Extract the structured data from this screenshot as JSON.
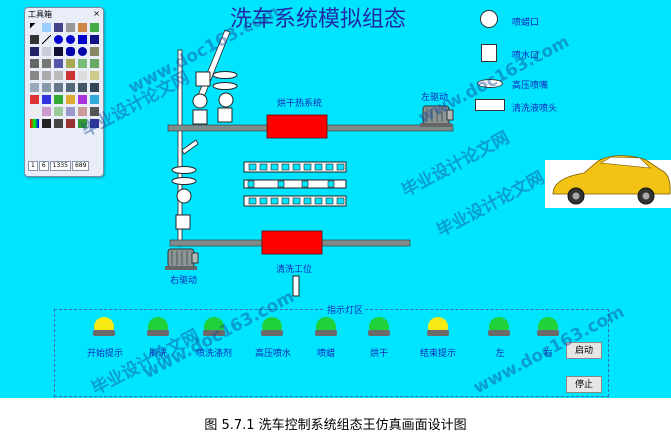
{
  "title": "洗车系统模拟组态",
  "toolbox": {
    "title": "工具箱",
    "close": "×",
    "status": [
      "1",
      "6",
      "1335",
      "689"
    ]
  },
  "legend": [
    {
      "label": "喷蜡口",
      "icon": "circle-icon"
    },
    {
      "label": "喷水口",
      "icon": "square-icon"
    },
    {
      "label": "高压喷嘴",
      "icon": "ellipse-icon"
    },
    {
      "label": "清洗液喷头",
      "icon": "rectangle-icon"
    }
  ],
  "machine": {
    "dryer_label": "烘干热系统",
    "left_drive_label": "左驱动",
    "right_drive_label": "右驱动",
    "wash_station_label": "清洗工位"
  },
  "indicator_panel": {
    "title": "指示灯区",
    "lamps": [
      {
        "label": "开始提示",
        "color": "#f6ea12"
      },
      {
        "label": "刷洗",
        "color": "#1fd13a"
      },
      {
        "label": "喷洗涤剂",
        "color": "#1fd13a"
      },
      {
        "label": "高压喷水",
        "color": "#1fd13a"
      },
      {
        "label": "喷蜡",
        "color": "#1fd13a"
      },
      {
        "label": "烘干",
        "color": "#1fd13a"
      },
      {
        "label": "结束提示",
        "color": "#f6ea12"
      },
      {
        "label": "左",
        "color": "#1fd13a"
      },
      {
        "label": "右",
        "color": "#1fd13a"
      }
    ],
    "start_button": "启动",
    "stop_button": "停止"
  },
  "watermarks": [
    "毕业设计论文网",
    "www.doc163.com"
  ],
  "caption": "图 5.7.1 洗车控制系统组态王仿真画面设计图",
  "colors": {
    "background": "#00e5ff",
    "heater": "#ff0000",
    "rail": "#7f8c8c",
    "text": "#1028b8"
  }
}
